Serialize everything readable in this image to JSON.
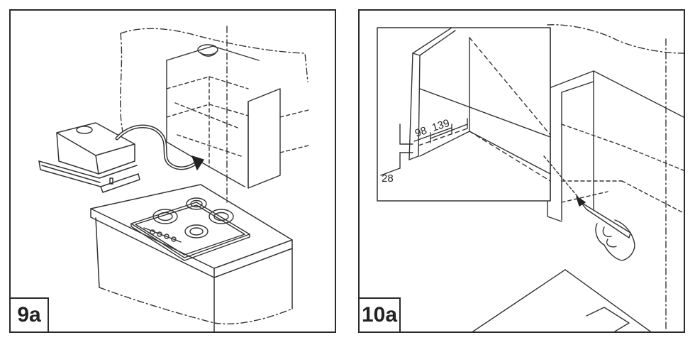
{
  "panels": [
    {
      "label": "9a"
    },
    {
      "label": "10a",
      "dimensions": {
        "a": "98",
        "b": "139",
        "c": "28"
      }
    }
  ]
}
